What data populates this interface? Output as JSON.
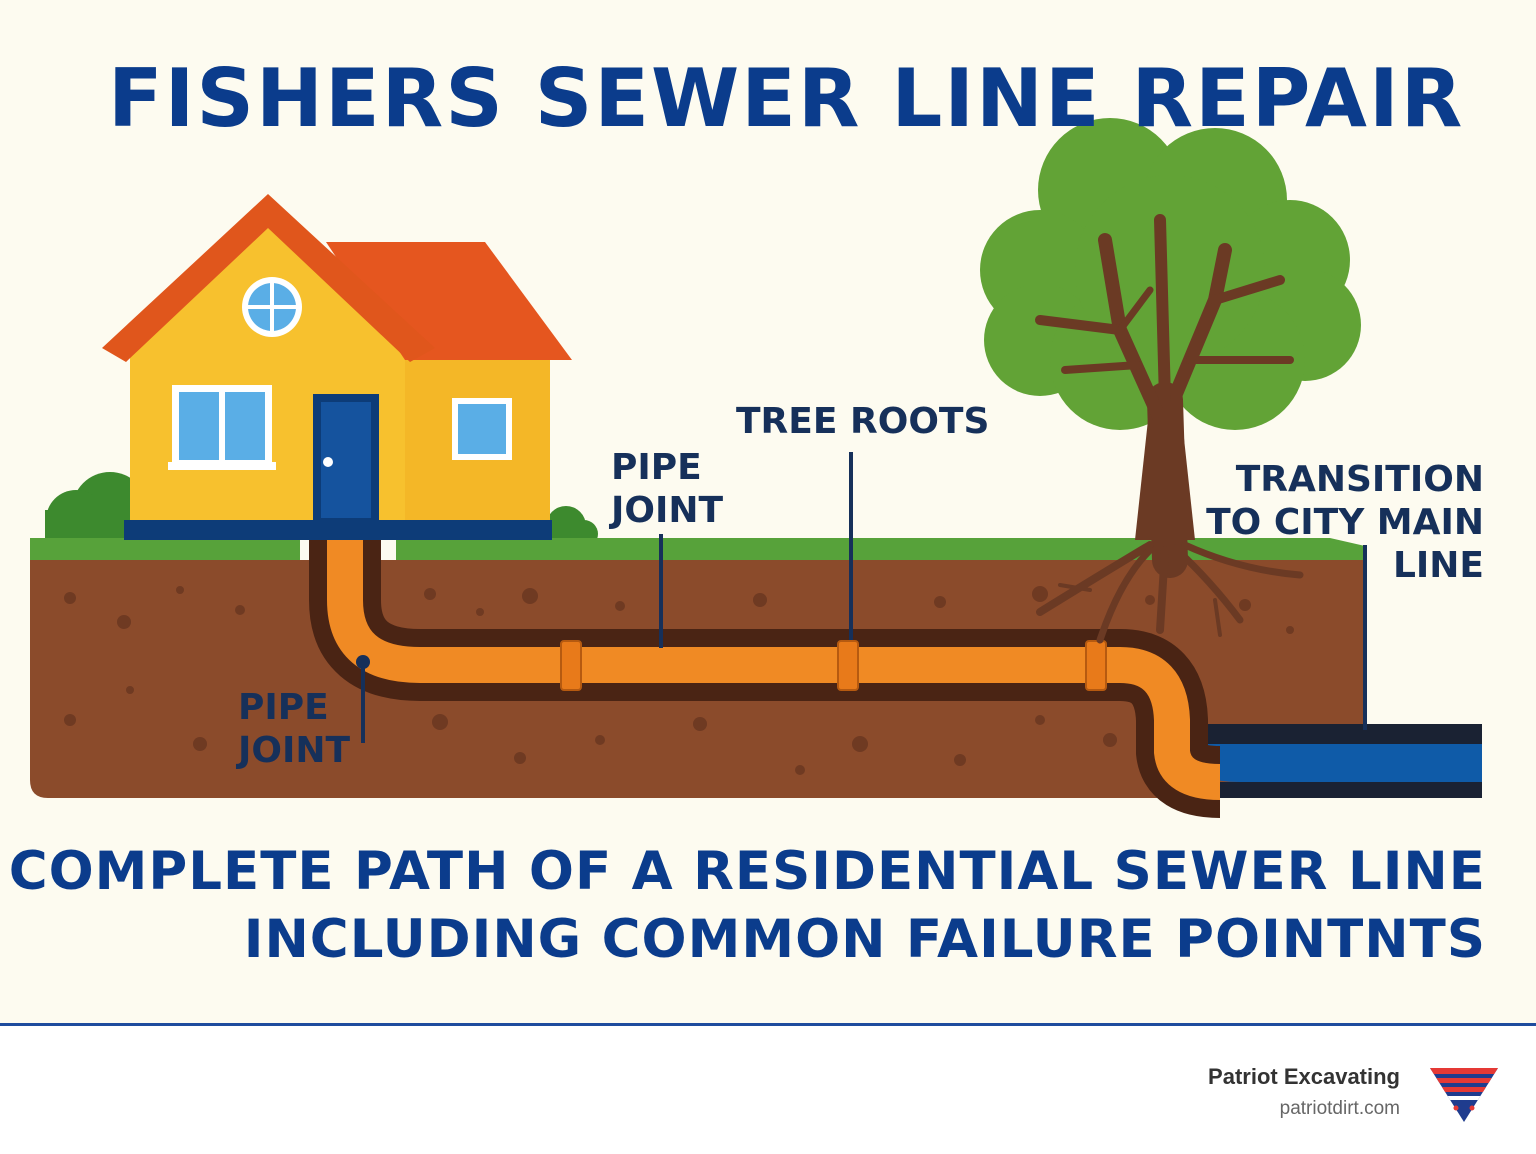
{
  "title": "FISHERS SEWER LINE REPAIR",
  "labels": {
    "tree_roots": "TREE ROOTS",
    "pipe_joint_upper": [
      "PIPE",
      "JOINT"
    ],
    "pipe_joint_lower": [
      "PIPE",
      "JOINT"
    ],
    "city_main": [
      "TRANSITION",
      "TO CITY MAIN",
      "LINE"
    ]
  },
  "caption": [
    "COMPLETE PATH OF A RESIDENTIAL SEWER LINE",
    "INCLUDING COMMON FAILURE POINTNTS"
  ],
  "footer": {
    "brand_name": "Patriot Excavating",
    "brand_url": "patriotdirt.com"
  },
  "colors": {
    "title": "#0b3c8c",
    "label": "#16305a",
    "pipe": "#f08a24",
    "soil": "#8b4b2b",
    "grass": "#57a23a",
    "house": "#f7c12e",
    "roof": "#e5561f",
    "main_line": "#0f5ba8",
    "tree_canopy": "#62a336",
    "trunk": "#6b3a24"
  }
}
